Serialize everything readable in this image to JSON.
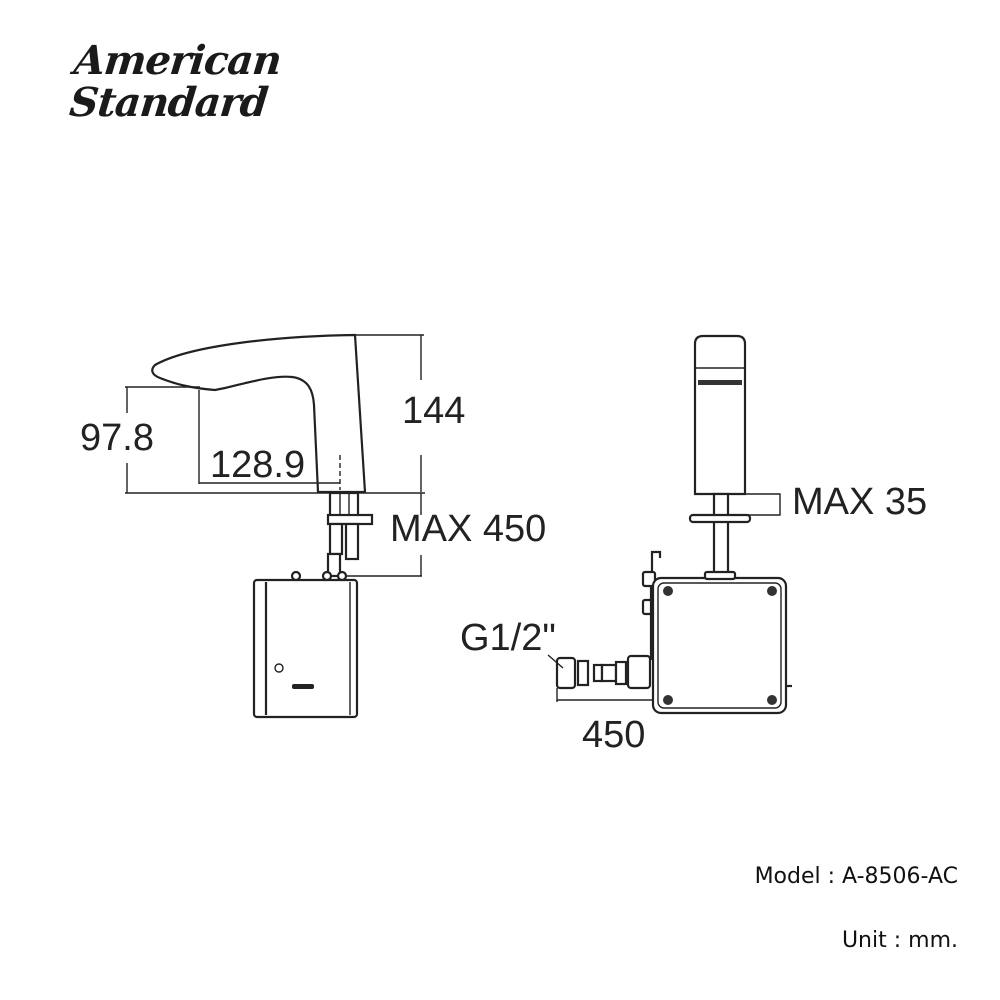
{
  "brand": {
    "line1": "American",
    "line2": "Standard"
  },
  "dimensions": {
    "spout_height": "97.8",
    "spout_reach": "128.9",
    "total_height": "144",
    "max_deck_to_box": "MAX 450",
    "max_deck_thickness": "MAX 35",
    "connection_thread": "G1/2\"",
    "hose_length": "450"
  },
  "model": {
    "label": "Model : A-8506-AC"
  },
  "unit": {
    "label": "Unit : mm."
  }
}
